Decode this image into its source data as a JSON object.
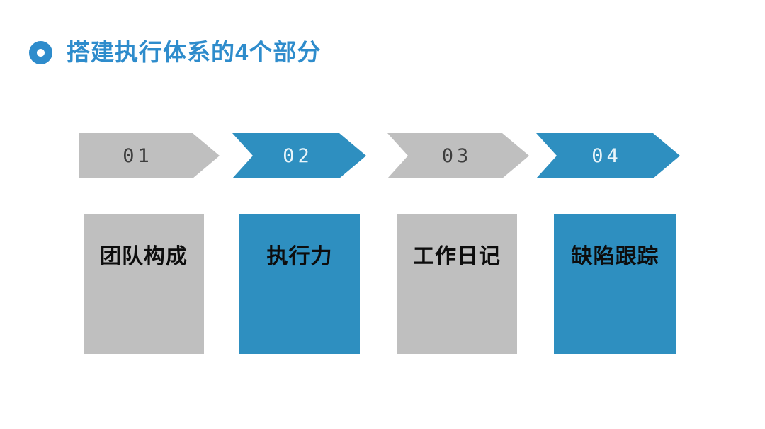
{
  "slide": {
    "title": "搭建执行体系的4个部分",
    "colors": {
      "title_blue": "#2e8ccc",
      "accent_blue": "#2e8fc0",
      "neutral_gray": "#bfbfbf",
      "number_on_gray": "#3d3d3d",
      "number_on_blue": "#e9f5fa",
      "card_label_black": "#0d0d0d",
      "background": "#ffffff"
    },
    "steps": [
      {
        "number": "01",
        "label": "团队构成",
        "highlighted": false
      },
      {
        "number": "02",
        "label": "执行力",
        "highlighted": true
      },
      {
        "number": "03",
        "label": "工作日记",
        "highlighted": false
      },
      {
        "number": "04",
        "label": "缺陷跟踪",
        "highlighted": true
      }
    ]
  }
}
